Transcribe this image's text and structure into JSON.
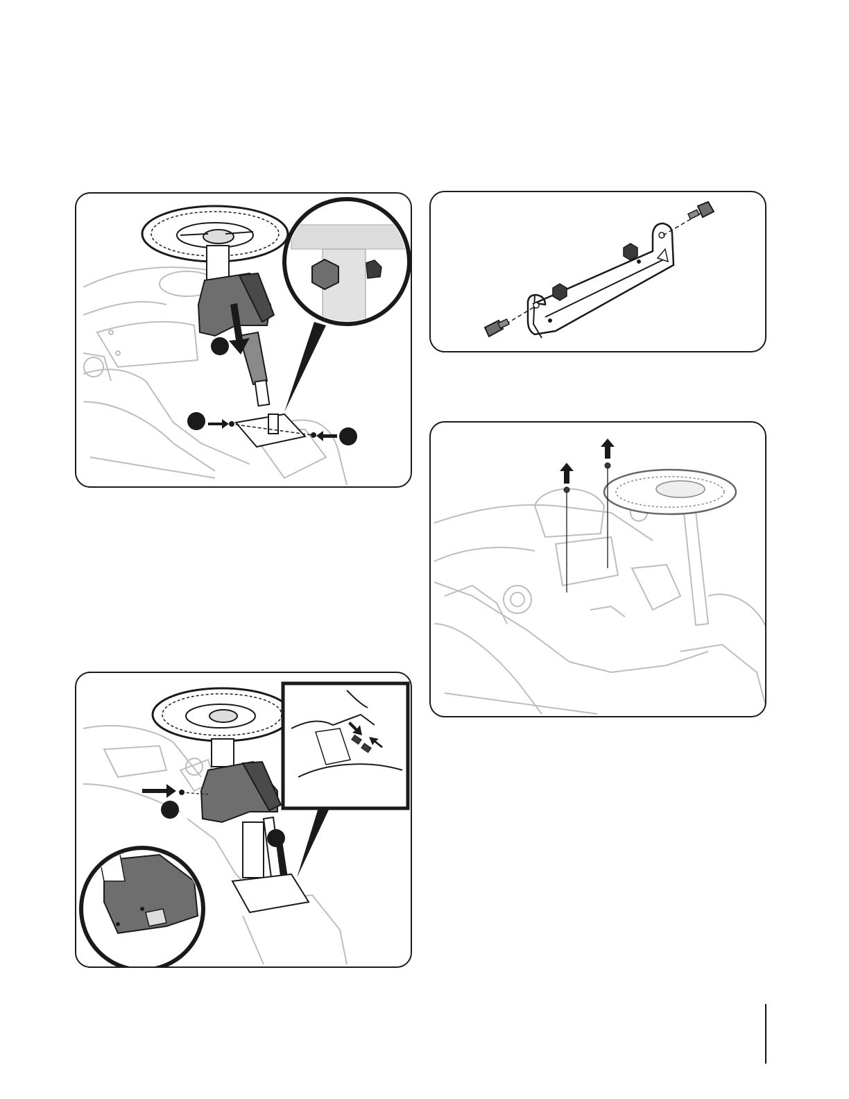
{
  "page": {
    "page_number": ""
  },
  "figures": [
    {
      "id": "steering-column-install",
      "callouts": [
        "",
        "",
        ""
      ],
      "icons": [
        "steering-wheel",
        "column-cover",
        "bolt",
        "nut",
        "arrow-down"
      ]
    },
    {
      "id": "steering-bracket-hardware",
      "callouts": [],
      "icons": [
        "bracket",
        "bolt",
        "nut"
      ]
    },
    {
      "id": "dash-screw-removal",
      "callouts": [],
      "icons": [
        "screw",
        "arrow-up",
        "steering-wheel"
      ]
    },
    {
      "id": "column-cover-install",
      "callouts": [
        "",
        ""
      ],
      "icons": [
        "steering-wheel",
        "column-cover",
        "wire-connector",
        "screw"
      ]
    }
  ],
  "colors": {
    "ink": "#1a1a1a",
    "line": "#b8b8b8",
    "part_fill": "#6e6e6e",
    "part_dark": "#3a3a3a"
  }
}
